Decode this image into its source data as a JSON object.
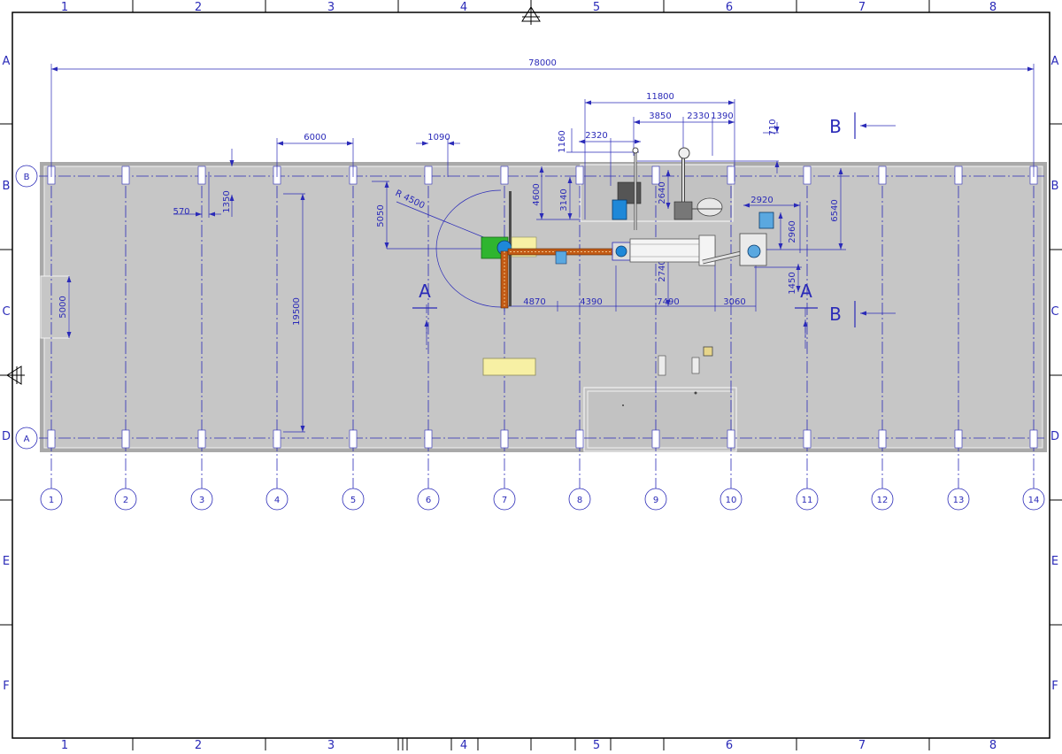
{
  "frame": {
    "top_columns": [
      "1",
      "2",
      "3",
      "4",
      "5",
      "6",
      "7",
      "8"
    ],
    "bottom_columns": [
      "1",
      "2",
      "3",
      "4",
      "5",
      "6",
      "7",
      "8"
    ],
    "left_rows": [
      "A",
      "B",
      "C",
      "D",
      "E",
      "F"
    ],
    "right_rows": [
      "A",
      "B",
      "C",
      "D",
      "E",
      "F"
    ]
  },
  "axes": {
    "columns": [
      "1",
      "2",
      "3",
      "4",
      "5",
      "6",
      "7",
      "8",
      "9",
      "10",
      "11",
      "12",
      "13",
      "14"
    ],
    "row_top": "B",
    "row_bottom": "A"
  },
  "dimensions": {
    "overall_length": "78000",
    "bay_spacing": "6000",
    "column_offset": "1090",
    "small_offset": "570",
    "small_depth": "1350",
    "wall_recess": "5000",
    "hall_span": "19500",
    "radius": "R 4500",
    "radius_offset": "5050",
    "equipment_total": "11800",
    "pit_width": "2320",
    "seg_a": "3850",
    "seg_b": "2330",
    "seg_c": "1390",
    "offset_710": "710",
    "offset_1160": "1160",
    "pit_depth": "4600",
    "pit_inner": "3140",
    "dryer_height": "2640",
    "right_width": "2920",
    "right_height": "2960",
    "line_offset": "6540",
    "drum_height": "2740",
    "bottom_offset": "1450",
    "run_1": "4870",
    "run_2": "4390",
    "run_3": "7490",
    "run_4": "3060"
  },
  "sections": {
    "a": "A",
    "b": "B"
  },
  "colors": {
    "line": "#2a2ab8",
    "floor": "#c6c6c6",
    "wall": "#a9a9a9",
    "green": "#2fb52f",
    "yellow": "#f7f0a4",
    "equipment_blue": "#1e88d8",
    "conveyor": "#c25a14"
  },
  "icons": {
    "north_marker": "triangle-marker-icon",
    "west_marker": "triangle-marker-icon"
  }
}
